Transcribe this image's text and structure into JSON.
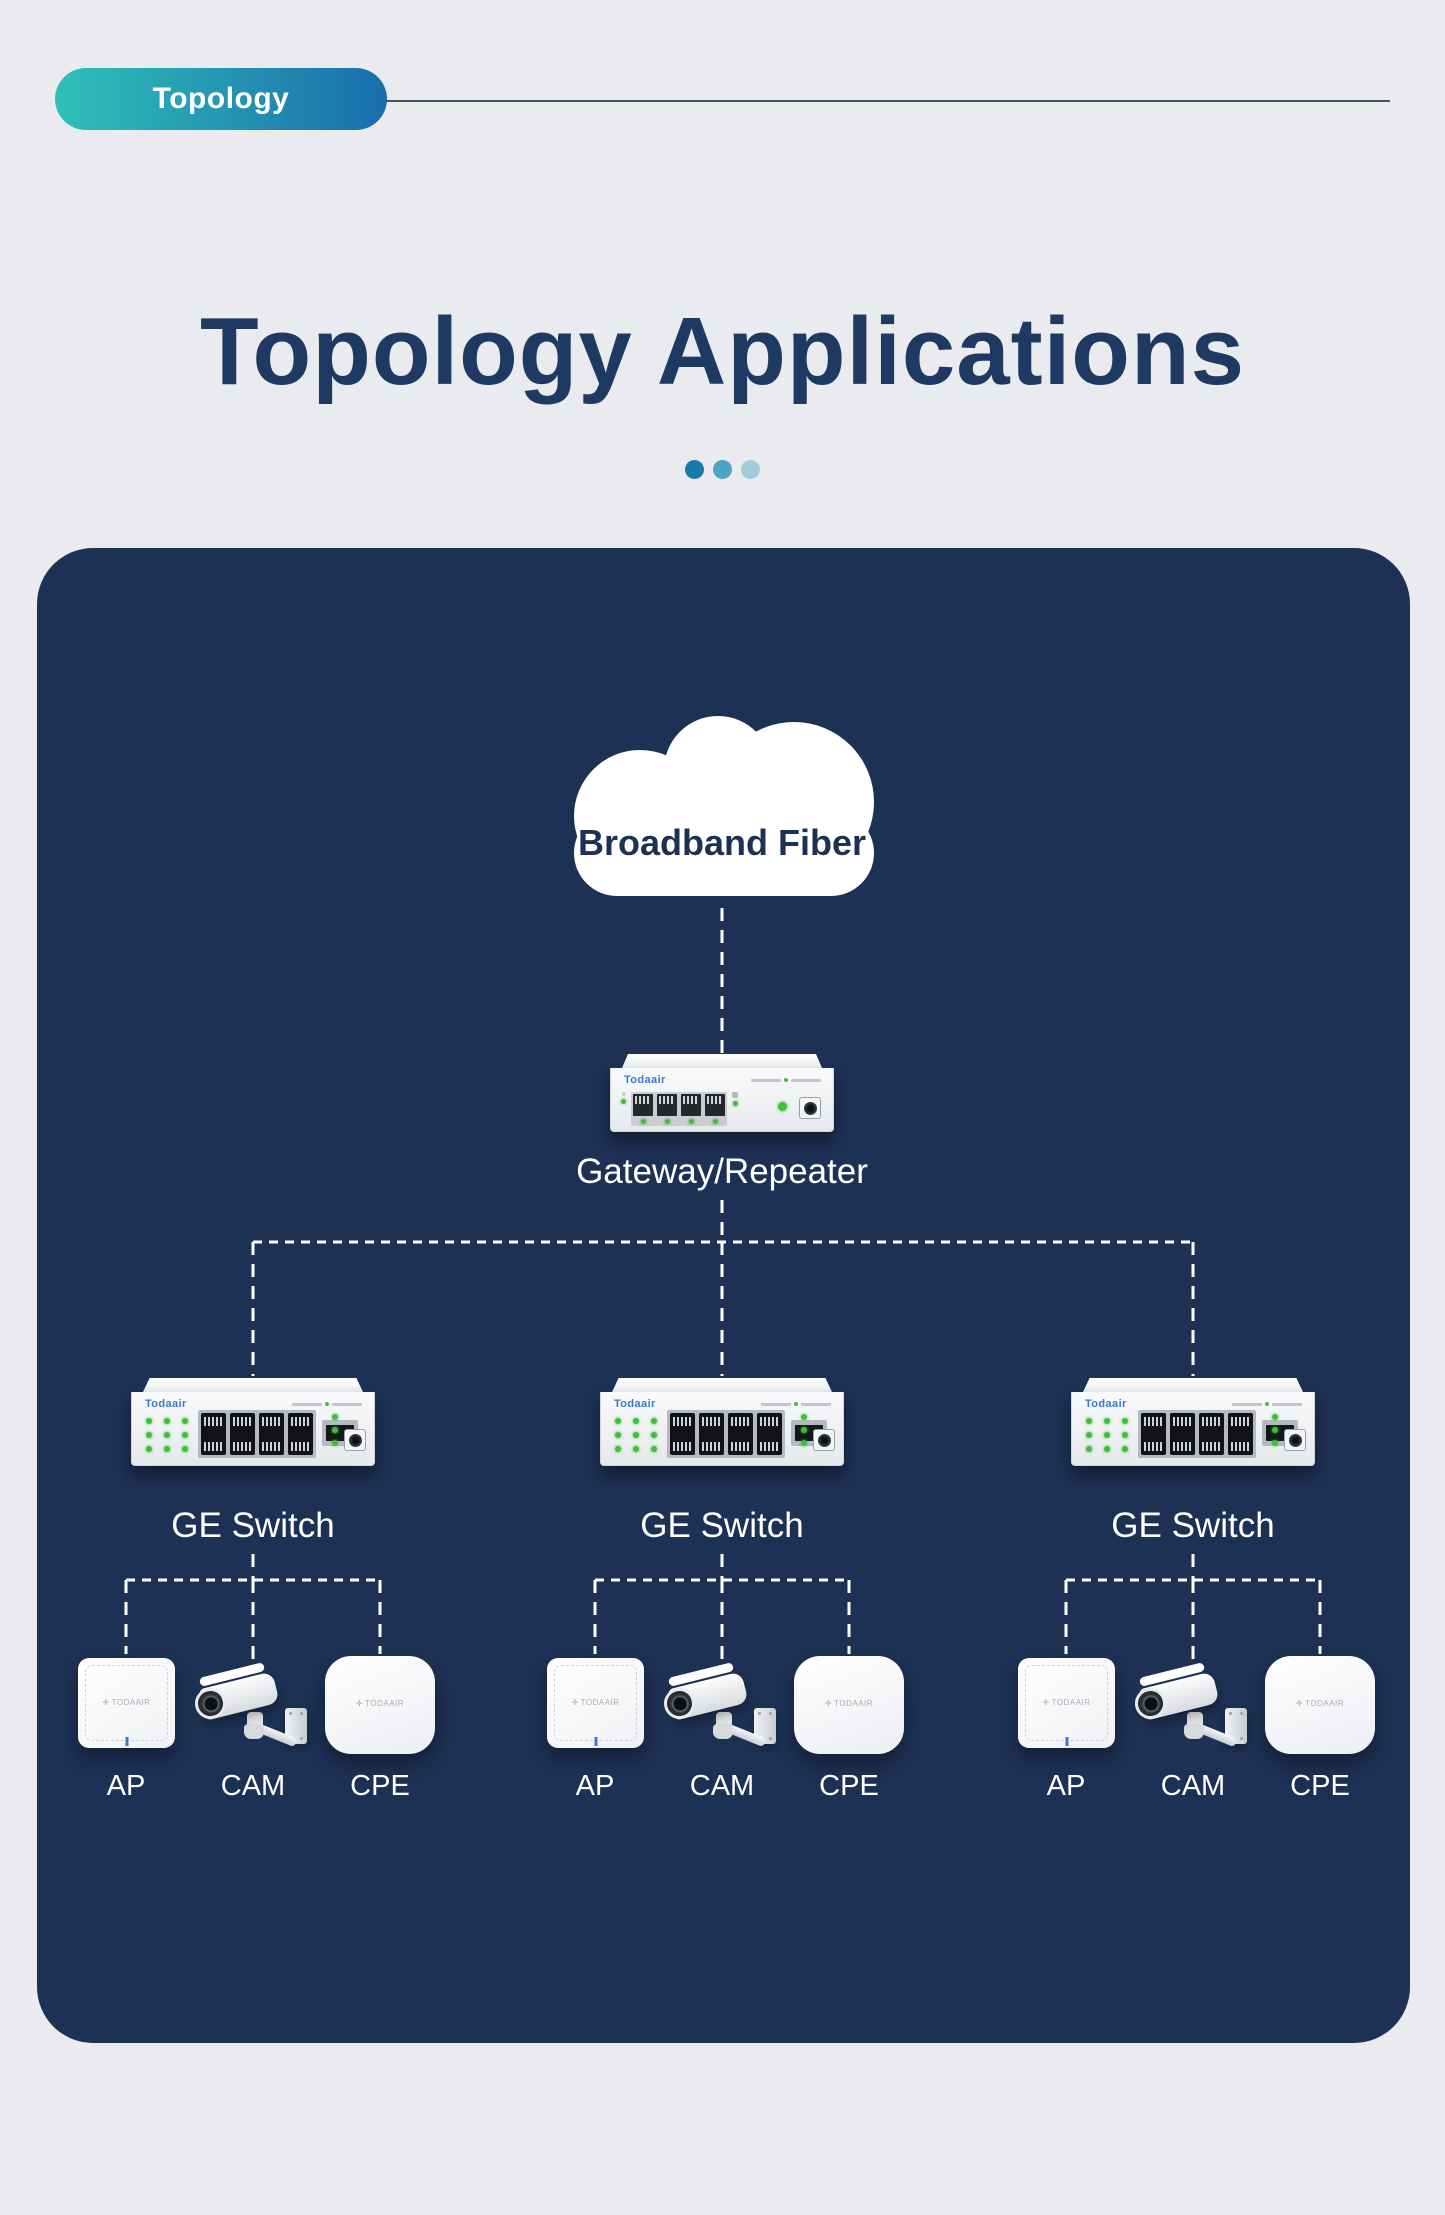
{
  "badge": {
    "label": "Topology"
  },
  "title": "Topology Applications",
  "dots": {
    "colors": [
      "#187aa9",
      "#4da3c2",
      "#a4cbdc"
    ]
  },
  "diagram": {
    "panel_color": "#1d3154",
    "brand": "Todaair",
    "cloud_label": "Broadband Fiber",
    "gateway_label": "Gateway/Repeater",
    "switch_labels": [
      "GE Switch",
      "GE Switch",
      "GE Switch"
    ],
    "groups": [
      {
        "devices": [
          {
            "label": "AP"
          },
          {
            "label": "CAM"
          },
          {
            "label": "CPE"
          }
        ]
      },
      {
        "devices": [
          {
            "label": "AP"
          },
          {
            "label": "CAM"
          },
          {
            "label": "CPE"
          }
        ]
      },
      {
        "devices": [
          {
            "label": "AP"
          },
          {
            "label": "CAM"
          },
          {
            "label": "CPE"
          }
        ]
      }
    ],
    "colors": {
      "accent_teal": "#2fc0b8",
      "accent_blue": "#1a6dad",
      "led_green": "#3fbf39",
      "brand_blue": "#3c79cc",
      "title_navy": "#1e3a63"
    }
  }
}
